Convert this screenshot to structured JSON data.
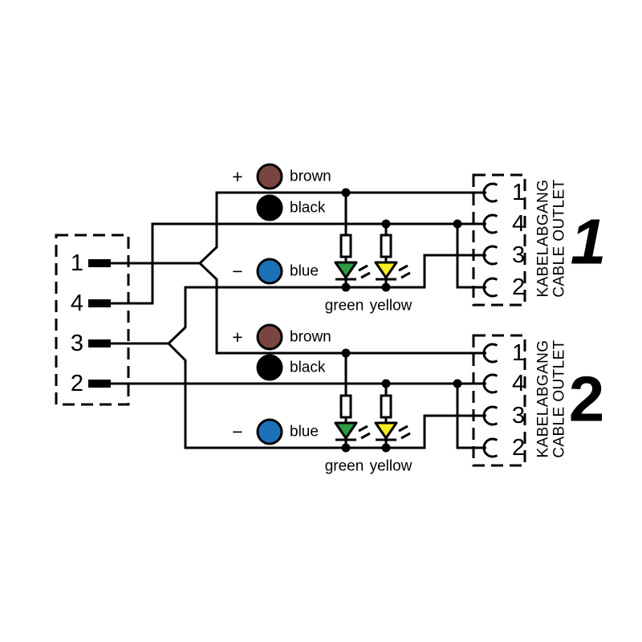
{
  "main_connector": {
    "pins": [
      "1",
      "4",
      "3",
      "2"
    ]
  },
  "circuits": [
    {
      "plus_sign": "+",
      "minus_sign": "−",
      "brown_label": "brown",
      "black_label": "black",
      "blue_label": "blue",
      "green_label": "green",
      "yellow_label": "yellow"
    },
    {
      "plus_sign": "+",
      "minus_sign": "−",
      "brown_label": "brown",
      "black_label": "black",
      "blue_label": "blue",
      "green_label": "green",
      "yellow_label": "yellow"
    }
  ],
  "outlets": [
    {
      "contacts": [
        "1",
        "4",
        "3",
        "2"
      ],
      "label_de": "KABELABGANG",
      "label_en": "CABLE OUTLET",
      "number": "1"
    },
    {
      "contacts": [
        "1",
        "4",
        "3",
        "2"
      ],
      "label_de": "KABELABGANG",
      "label_en": "CABLE OUTLET",
      "number": "2"
    }
  ],
  "colors": {
    "wire": "#000000",
    "brown": "#7a4540",
    "black": "#000000",
    "blue": "#1d71b8",
    "green": "#2f9c41",
    "yellow": "#f7ec1f"
  }
}
